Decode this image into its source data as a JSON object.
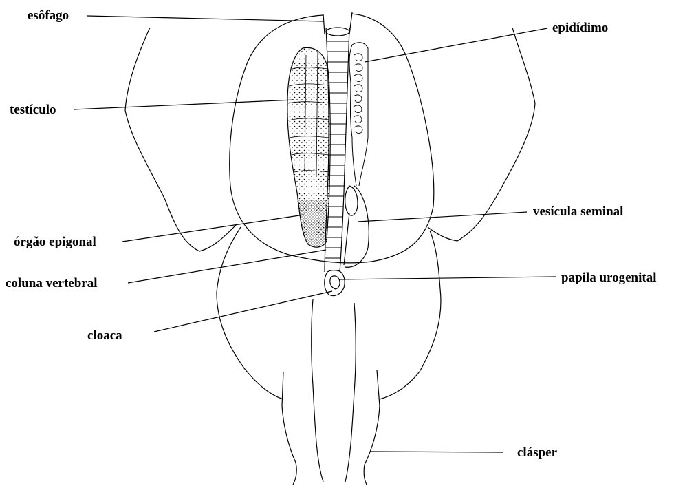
{
  "labels": {
    "esofago": "esôfago",
    "epididimo": "epidídimo",
    "testiculo": "testículo",
    "vesicula_seminal": "vesícula seminal",
    "orgao_epigonal": "órgão epigonal",
    "coluna_vertebral": "coluna vertebral",
    "papila_urogenital": "papila urogenital",
    "cloaca": "cloaca",
    "clasper": "clásper"
  }
}
